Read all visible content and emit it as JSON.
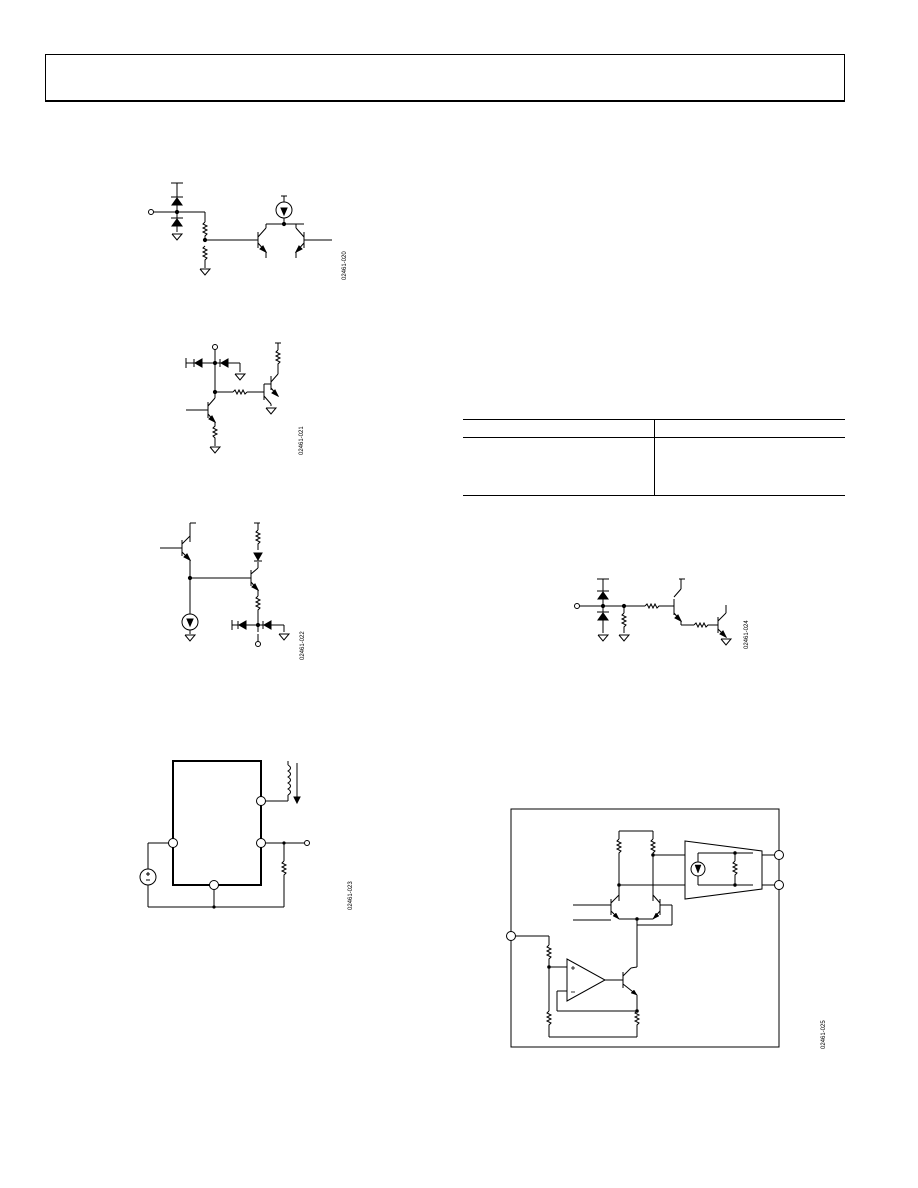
{
  "header": {
    "text": ""
  },
  "figures": [
    {
      "id_label": "02461-020"
    },
    {
      "id_label": "02461-021"
    },
    {
      "id_label": "02461-022"
    },
    {
      "id_label": "02461-023"
    },
    {
      "id_label": "02461-024"
    },
    {
      "id_label": "02461-025"
    }
  ],
  "table": {
    "headers": [
      "",
      ""
    ],
    "rows": [
      [
        "",
        ""
      ]
    ]
  }
}
